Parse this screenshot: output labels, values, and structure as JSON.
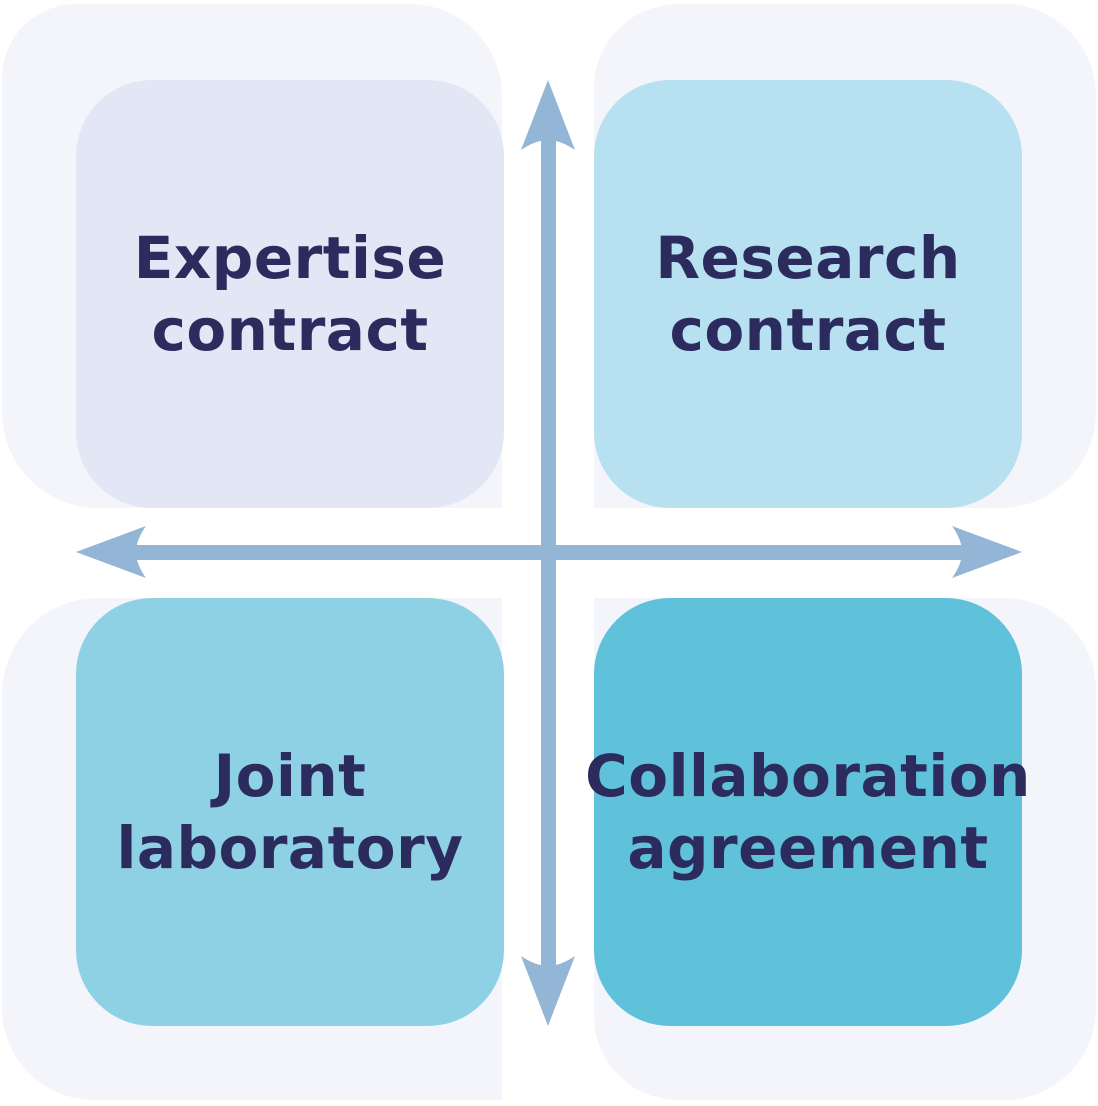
{
  "quadrants": {
    "top_left": {
      "label": "Expertise\ncontract",
      "color": "#e3e6f5"
    },
    "top_right": {
      "label": "Research\ncontract",
      "color": "#b7e0f0"
    },
    "bottom_left": {
      "label": "Joint\nlaboratory",
      "color": "#8fd1e4"
    },
    "bottom_right": {
      "label": "Collaboration\nagreement",
      "color": "#60c1da"
    }
  },
  "colors": {
    "text": "#2c2b5e",
    "axis": "#94b6d6",
    "backdrop": "#f4f5fb"
  }
}
